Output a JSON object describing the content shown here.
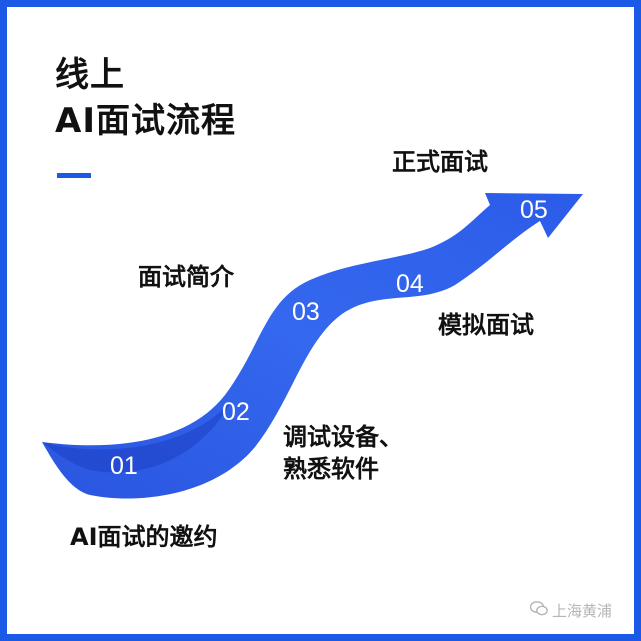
{
  "title": {
    "line1": "线上",
    "line2": "AI面试流程"
  },
  "colors": {
    "accent": "#1c59e6",
    "arrow_light": "#3f7bf5",
    "arrow_dark": "#1a3fcf",
    "text": "#111111"
  },
  "steps": [
    {
      "num": "01",
      "label": "AI面试的邀约"
    },
    {
      "num": "02",
      "label_line1": "调试设备、",
      "label_line2": "熟悉软件"
    },
    {
      "num": "03",
      "label": "面试简介"
    },
    {
      "num": "04",
      "label": "模拟面试"
    },
    {
      "num": "05",
      "label": "正式面试"
    }
  ],
  "watermark": {
    "text": "上海黄浦",
    "icon": "wechat-icon"
  }
}
